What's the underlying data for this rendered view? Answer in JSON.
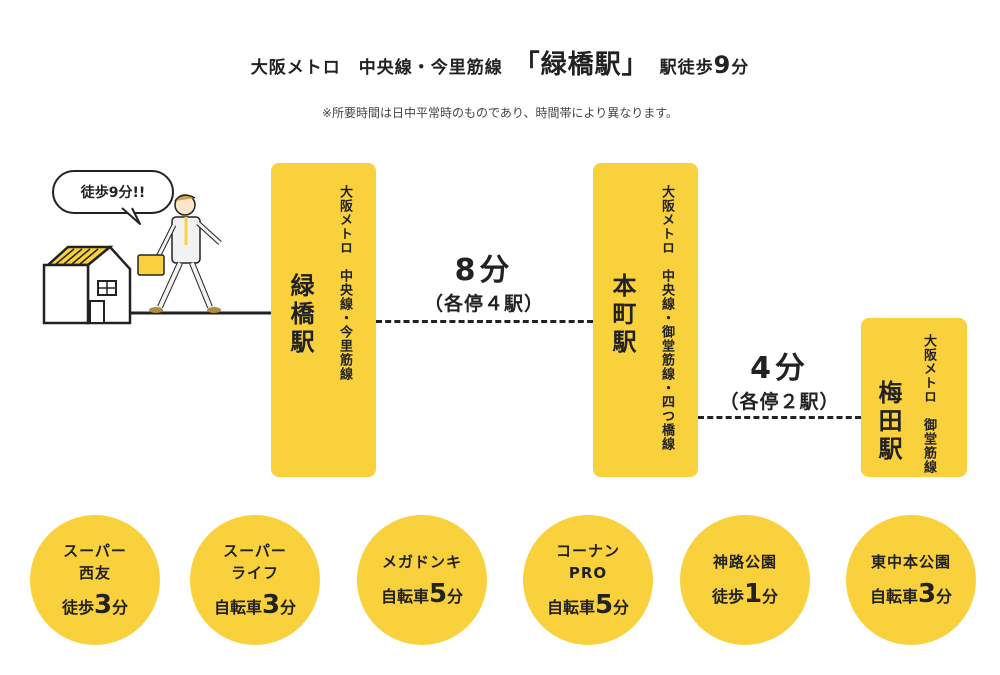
{
  "header": {
    "line": "大阪メトロ　中央線・今里筋線",
    "station": "「緑橋駅」",
    "walk": "駅徒歩",
    "walk_num": "9",
    "walk_unit": "分"
  },
  "note": "※所要時間は日中平常時のものであり、時間帯により異なります。",
  "speech": "徒歩9分!!",
  "stations": [
    {
      "name": "緑橋駅",
      "line": "大阪メトロ　中央線・今里筋線"
    },
    {
      "name": "本町駅",
      "line": "大阪メトロ　中央線・御堂筋線・四つ橋線"
    },
    {
      "name": "梅田駅",
      "line": "大阪メトロ　御堂筋線"
    }
  ],
  "segments": [
    {
      "time": "8分",
      "stops": "（各停４駅）"
    },
    {
      "time": "4分",
      "stops": "（各停２駅）"
    }
  ],
  "places": [
    {
      "name_lines": [
        "スーパー",
        "西友"
      ],
      "mode": "徒歩",
      "num": "3",
      "unit": "分"
    },
    {
      "name_lines": [
        "スーパー",
        "ライフ"
      ],
      "mode": "自転車",
      "num": "3",
      "unit": "分"
    },
    {
      "name_lines": [
        "メガドンキ"
      ],
      "mode": "自転車",
      "num": "5",
      "unit": "分"
    },
    {
      "name_lines": [
        "コーナン",
        "PRO"
      ],
      "mode": "自転車",
      "num": "5",
      "unit": "分"
    },
    {
      "name_lines": [
        "神路公園"
      ],
      "mode": "徒歩",
      "num": "1",
      "unit": "分"
    },
    {
      "name_lines": [
        "東中本公園"
      ],
      "mode": "自転車",
      "num": "3",
      "unit": "分"
    }
  ],
  "colors": {
    "accent": "#f9d13d",
    "ink": "#222222"
  }
}
